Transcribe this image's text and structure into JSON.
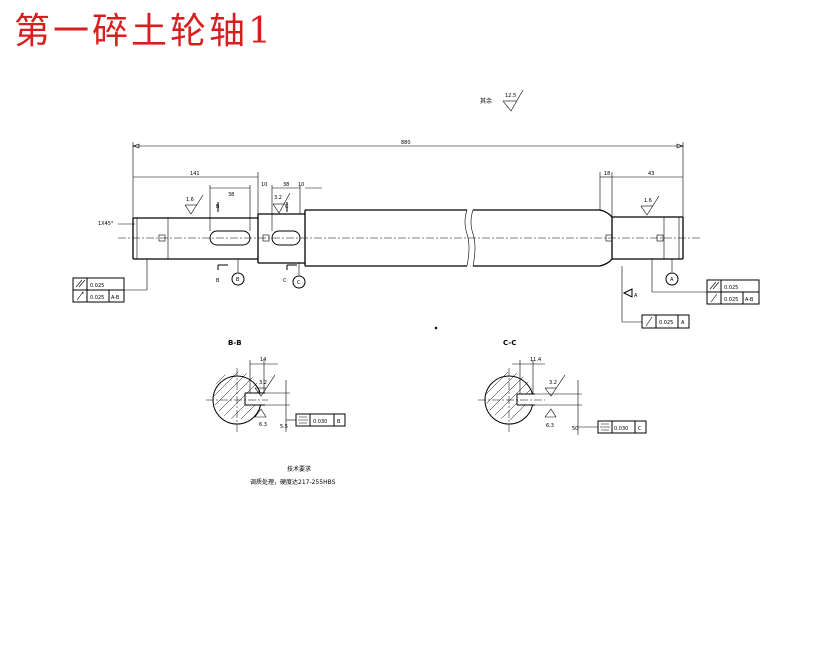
{
  "title": "第一碎土轮轴1",
  "surface_note": {
    "label": "其余",
    "value": "12.5"
  },
  "main_view": {
    "overall_length": "880",
    "dim_left_segment": "141",
    "dim_right_segment": "43",
    "dim_right_shoulder": "18",
    "dim_key1_length": "38",
    "dim_key2_length": "38",
    "dim_key1_offset": "10",
    "dim_key2_offset": "10",
    "chamfer": "1X45°",
    "roughness_left": "1.6",
    "roughness_right": "1.6",
    "roughness_key": "3.2",
    "section_left_label": "B",
    "section_right_label": "C",
    "datum_a": "A",
    "datum_b": "B",
    "datum_c": "C",
    "tol_left_value1": "0.025",
    "tol_left_value2": "0.025",
    "tol_left_datum": "A-B",
    "tol_right_value1": "0.025",
    "tol_right_value2": "0.025",
    "tol_right_datum": "A-B",
    "runout_value": "0.025",
    "runout_datum": "A"
  },
  "section_b": {
    "label": "B-B",
    "width_dim": "14",
    "depth_dim": "5.5",
    "roughness_top": "3.2",
    "roughness_bottom": "6.3",
    "sym_value": "0.030",
    "sym_datum": "B"
  },
  "section_c": {
    "label": "C-C",
    "width_dim": "11.4",
    "depth_dim": "50",
    "roughness_top": "3.2",
    "roughness_bottom": "6.3",
    "sym_value": "0.030",
    "sym_datum": "C"
  },
  "tech_req": {
    "title": "技术要求",
    "line1": "调质处理，硬度达217-255HBS"
  }
}
